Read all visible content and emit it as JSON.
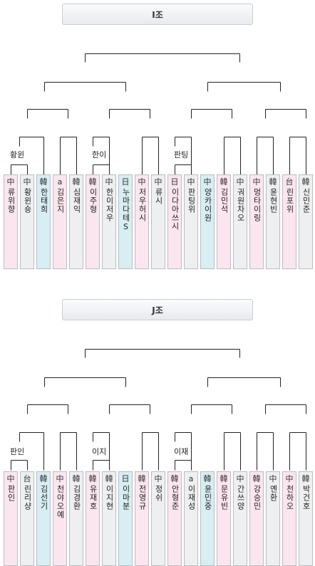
{
  "groups": [
    {
      "name": "I조",
      "winner_labels": [
        "황윈",
        "한이",
        "판팅"
      ],
      "players": [
        {
          "flag": "中",
          "name": "류위향",
          "bg": "pink"
        },
        {
          "flag": "中",
          "name": "황윈숑",
          "bg": "gray"
        },
        {
          "flag": "韓",
          "name": "한태희",
          "bg": "cyan"
        },
        {
          "flag": "a",
          "name": "김은지",
          "bg": "pink"
        },
        {
          "flag": "韓",
          "name": "심재익",
          "bg": "gray"
        },
        {
          "flag": "韓",
          "name": "이주형",
          "bg": "pink"
        },
        {
          "flag": "中",
          "name": "한이저우",
          "bg": "gray"
        },
        {
          "flag": "日",
          "name": "누마다테S",
          "bg": "cyan"
        },
        {
          "flag": "中",
          "name": "저우허시",
          "bg": "pink"
        },
        {
          "flag": "中",
          "name": "류시",
          "bg": "gray"
        },
        {
          "flag": "日",
          "name": "이다아쓰시",
          "bg": "pink"
        },
        {
          "flag": "中",
          "name": "판팅위",
          "bg": "gray"
        },
        {
          "flag": "中",
          "name": "양카이원",
          "bg": "cyan"
        },
        {
          "flag": "韓",
          "name": "김민석",
          "bg": "pink"
        },
        {
          "flag": "中",
          "name": "궈원차오",
          "bg": "gray"
        },
        {
          "flag": "中",
          "name": "멍타이링",
          "bg": "pink"
        },
        {
          "flag": "韓",
          "name": "윤현빈",
          "bg": "gray"
        },
        {
          "flag": "台",
          "name": "린포위",
          "bg": "pink"
        },
        {
          "flag": "韓",
          "name": "신민준",
          "bg": "gray"
        }
      ]
    },
    {
      "name": "J조",
      "winner_labels": [
        "판인",
        "이지",
        "이재"
      ],
      "players": [
        {
          "flag": "中",
          "name": "판인",
          "bg": "pink"
        },
        {
          "flag": "台",
          "name": "린리샹",
          "bg": "gray"
        },
        {
          "flag": "韓",
          "name": "김선기",
          "bg": "cyan"
        },
        {
          "flag": "中",
          "name": "천야오예",
          "bg": "pink"
        },
        {
          "flag": "韓",
          "name": "김경환",
          "bg": "gray"
        },
        {
          "flag": "韓",
          "name": "유재호",
          "bg": "pink"
        },
        {
          "flag": "韓",
          "name": "이지현",
          "bg": "gray"
        },
        {
          "flag": "日",
          "name": "이마분",
          "bg": "cyan"
        },
        {
          "flag": "韓",
          "name": "전영규",
          "bg": "pink"
        },
        {
          "flag": "中",
          "name": "정쉬",
          "bg": "gray"
        },
        {
          "flag": "韓",
          "name": "안형준",
          "bg": "pink"
        },
        {
          "flag": "a",
          "name": "이재성",
          "bg": "gray"
        },
        {
          "flag": "韓",
          "name": "윤민중",
          "bg": "cyan"
        },
        {
          "flag": "韓",
          "name": "문유빈",
          "bg": "pink"
        },
        {
          "flag": "中",
          "name": "간쓰양",
          "bg": "gray"
        },
        {
          "flag": "韓",
          "name": "강승민",
          "bg": "pink"
        },
        {
          "flag": "中",
          "name": "옌환",
          "bg": "gray"
        },
        {
          "flag": "中",
          "name": "천하오",
          "bg": "pink"
        },
        {
          "flag": "韓",
          "name": "박건호",
          "bg": "gray"
        }
      ]
    }
  ]
}
